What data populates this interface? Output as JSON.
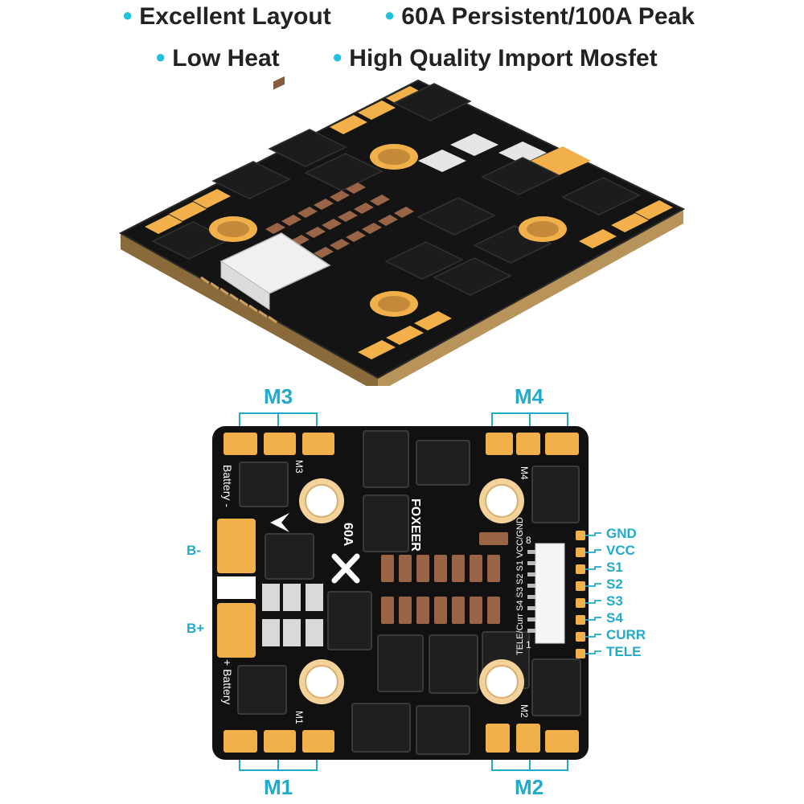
{
  "features": [
    {
      "text": "Excellent Layout"
    },
    {
      "text": "60A Persistent/100A Peak"
    },
    {
      "text": "Low Heat"
    },
    {
      "text": "High Quality Import Mosfet"
    }
  ],
  "motor_labels": {
    "m1": "M1",
    "m2": "M2",
    "m3": "M3",
    "m4": "M4"
  },
  "battery_labels": {
    "b_minus": "B-",
    "b_plus": "B+"
  },
  "pinout": [
    "GND",
    "VCC",
    "S1",
    "S2",
    "S3",
    "S4",
    "CURR",
    "TELE"
  ],
  "board_silkscreen": {
    "battery_minus": "Battery -",
    "battery_plus": "+ Battery",
    "rating": "60A",
    "brand": "FOXEER",
    "pin_row": "TELE/Curr S4 S3 S2 S1 VCC/GND",
    "pin_8": "8",
    "pin_1": "1",
    "m1": "M1",
    "m2": "M2",
    "m3": "M3",
    "m4": "M4"
  },
  "colors": {
    "accent": "#20aacb",
    "bullet": "#20c1d9",
    "pad": "#f2b04a",
    "board": "#111111"
  }
}
